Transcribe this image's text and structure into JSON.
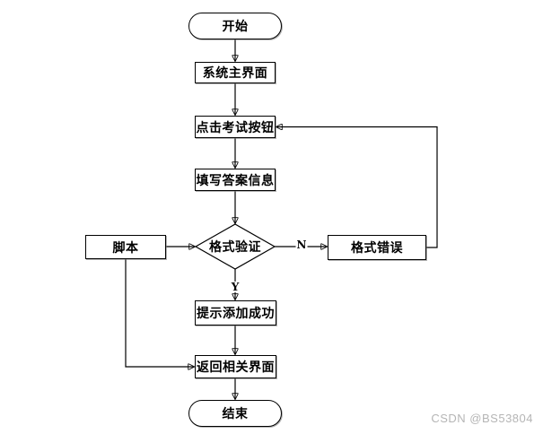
{
  "diagram": {
    "type": "flowchart",
    "nodes": {
      "start": {
        "label": "开始",
        "shape": "terminator"
      },
      "main_ui": {
        "label": "系统主界面",
        "shape": "process"
      },
      "click_exam": {
        "label": "点击考试按钮",
        "shape": "process"
      },
      "fill_answer": {
        "label": "填写答案信息",
        "shape": "process"
      },
      "validate": {
        "label": "格式验证",
        "shape": "decision"
      },
      "script": {
        "label": "脚本",
        "shape": "process"
      },
      "format_error": {
        "label": "格式错误",
        "shape": "process"
      },
      "success": {
        "label": "提示添加成功",
        "shape": "process"
      },
      "return_ui": {
        "label": "返回相关界面",
        "shape": "process"
      },
      "end": {
        "label": "结束",
        "shape": "terminator"
      }
    },
    "edge_labels": {
      "yes": "Y",
      "no": "N"
    },
    "edges": [
      {
        "from": "start",
        "to": "main_ui"
      },
      {
        "from": "main_ui",
        "to": "click_exam"
      },
      {
        "from": "click_exam",
        "to": "fill_answer"
      },
      {
        "from": "fill_answer",
        "to": "validate"
      },
      {
        "from": "validate",
        "to": "success",
        "label": "Y"
      },
      {
        "from": "validate",
        "to": "format_error",
        "label": "N"
      },
      {
        "from": "format_error",
        "to": "click_exam"
      },
      {
        "from": "script",
        "to": "validate"
      },
      {
        "from": "script",
        "to": "return_ui"
      },
      {
        "from": "success",
        "to": "return_ui"
      },
      {
        "from": "return_ui",
        "to": "end"
      }
    ],
    "colors": {
      "stroke": "#000000",
      "node_fill": "#ffffff",
      "background": "#ffffff",
      "watermark_text": "#b5b5b5"
    }
  },
  "watermark": {
    "text": "CSDN @BS53804"
  }
}
